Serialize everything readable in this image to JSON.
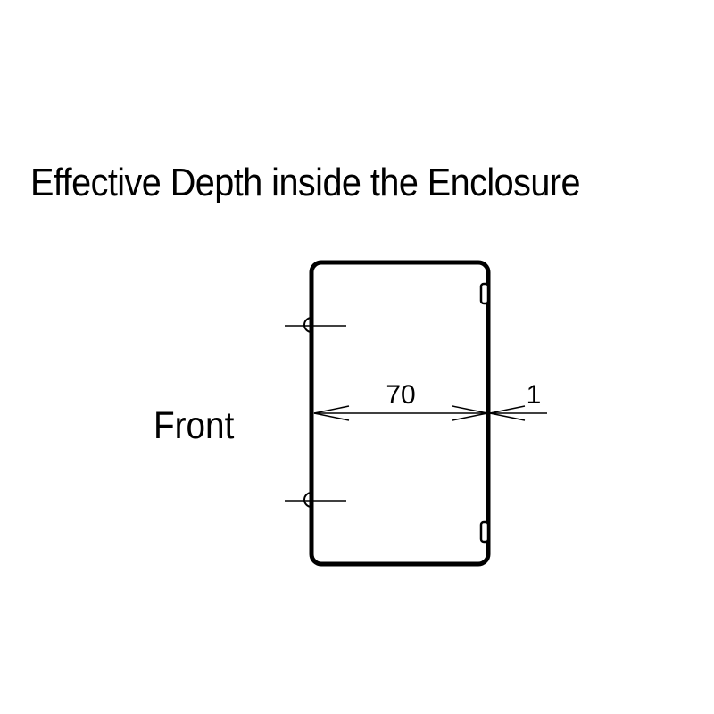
{
  "title": "Effective Depth inside the Enclosure",
  "front_label": "Front",
  "dimensions": {
    "inner_depth": "70",
    "wall_thickness": "1"
  },
  "colors": {
    "line": "#000000",
    "background": "#ffffff"
  }
}
